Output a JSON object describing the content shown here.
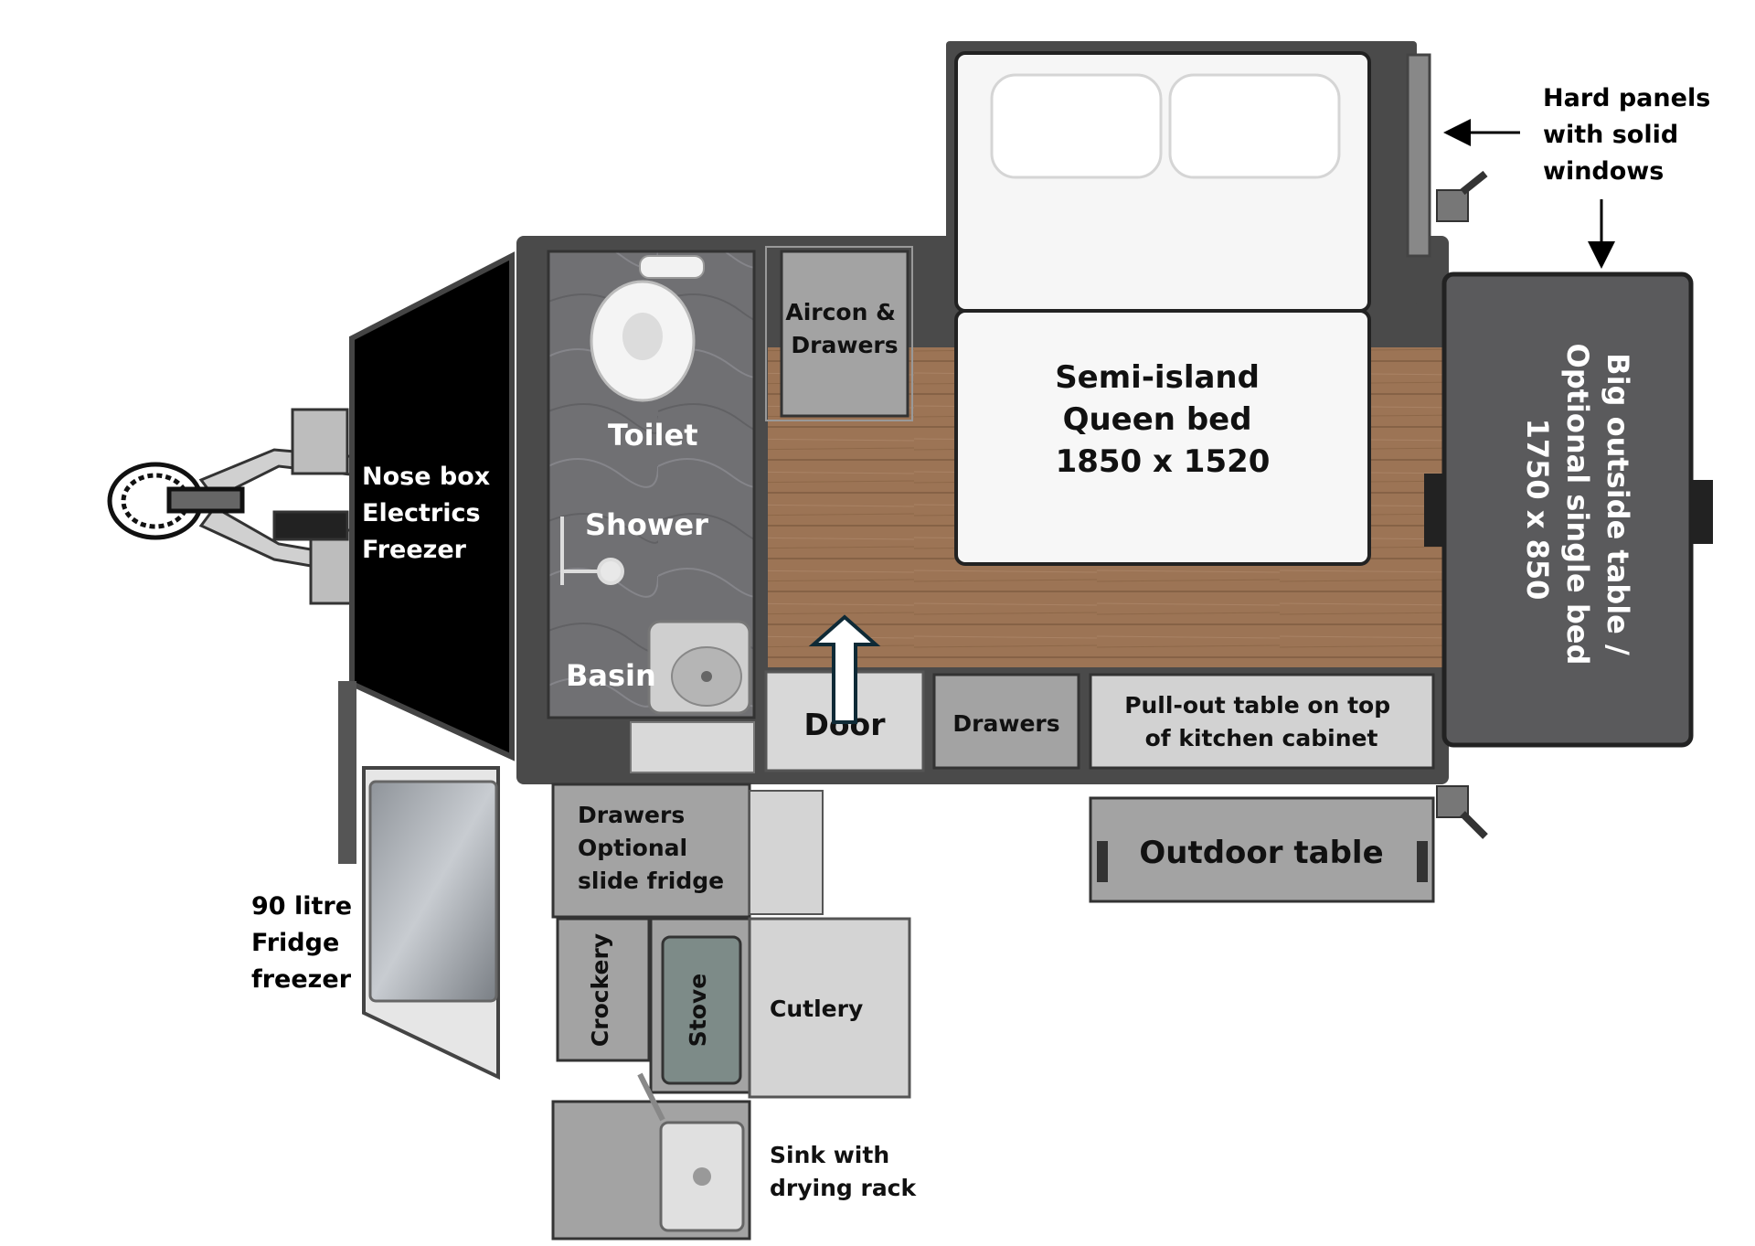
{
  "colors": {
    "frame": "#4a4a4a",
    "cabinet": "#a3a3a3",
    "cabinet_light": "#d4d4d4",
    "floor": "#9c7455",
    "bathroom": "#6e6e70",
    "nose_box": "#000000",
    "bed": "#f4f4f4",
    "table_panel": "#5a5a5c",
    "stove": "#7d8b88",
    "fridge": "#b3b7bc"
  },
  "labels": {
    "hard_panels": [
      "Hard panels",
      "with solid",
      "windows"
    ],
    "nose_box": [
      "Nose box",
      "Electrics",
      "Freezer"
    ],
    "toilet": "Toilet",
    "shower": "Shower",
    "basin": "Basin",
    "aircon": [
      "Aircon &",
      "Drawers"
    ],
    "bed": [
      "Semi-island",
      "Queen bed",
      "1850 x 1520"
    ],
    "big_table": [
      "Big outside table /",
      "Optional single bed",
      "1750 x 850"
    ],
    "door": "Door",
    "drawers": "Drawers",
    "pullout": [
      "Pull-out table on top",
      "of kitchen cabinet"
    ],
    "outdoor_table": "Outdoor table",
    "drawers_fridge": [
      "Drawers",
      "Optional",
      "slide fridge"
    ],
    "fridge_freezer": [
      "90 litre",
      "Fridge",
      "freezer"
    ],
    "crockery": "Crockery",
    "stove": "Stove",
    "cutlery": "Cutlery",
    "sink": [
      "Sink with",
      "drying rack"
    ]
  }
}
